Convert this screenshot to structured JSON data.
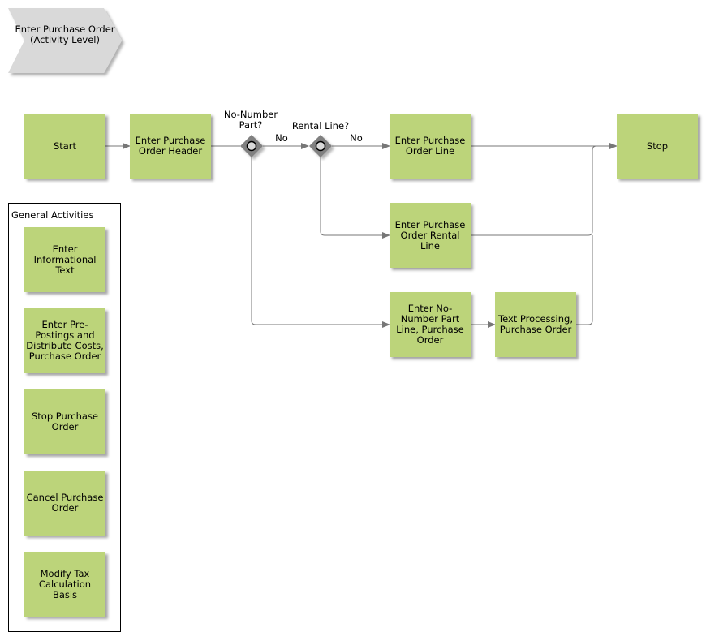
{
  "header": {
    "process_label": "Enter Purchase Order (Activity Level)"
  },
  "colors": {
    "activity_fill": "#bcd47a",
    "gateway_fill": "#808080",
    "connector": "#777777",
    "header_fill": "#d9d9d9"
  },
  "flow": {
    "start": "Start",
    "enter_header": "Enter Purchase Order Header",
    "gateway_no_number_label": "No-Number Part?",
    "gateway_rental_label": "Rental Line?",
    "edge_no_1": "No",
    "edge_no_2": "No",
    "enter_line": "Enter Purchase Order Line",
    "enter_rental_line": "Enter Purchase Order Rental Line",
    "enter_no_number_line": "Enter No-Number Part Line, Purchase Order",
    "text_processing": "Text Processing, Purchase Order",
    "stop": "Stop"
  },
  "general": {
    "title": "General Activities",
    "items": [
      "Enter Informational Text",
      "Enter Pre-Postings and Distribute Costs, Purchase Order",
      "Stop Purchase Order",
      "Cancel Purchase Order",
      "Modify Tax Calculation Basis"
    ]
  }
}
